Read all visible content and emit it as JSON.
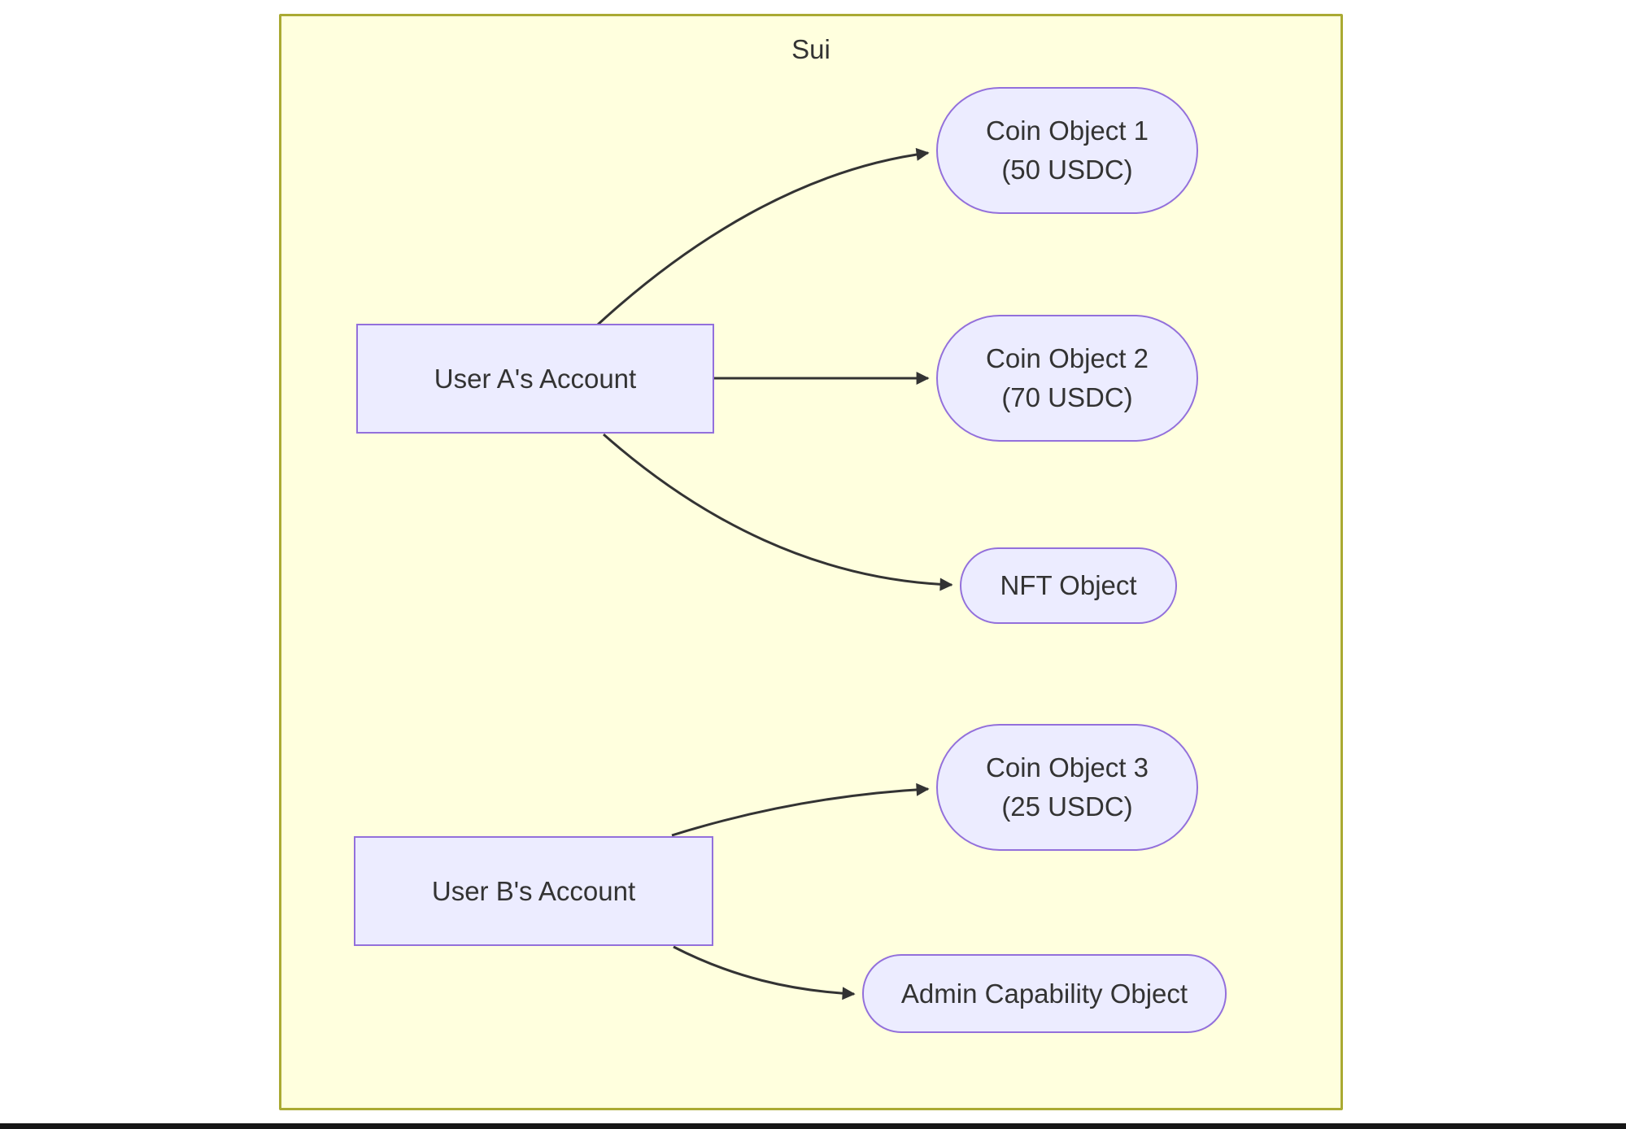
{
  "diagram": {
    "type": "flowchart",
    "cluster": {
      "label": "Sui"
    },
    "nodes": {
      "user_a": {
        "label": "User A's Account",
        "shape": "rectangle"
      },
      "user_b": {
        "label": "User B's Account",
        "shape": "rectangle"
      },
      "coin1": {
        "line1": "Coin Object 1",
        "line2": "(50 USDC)",
        "shape": "stadium"
      },
      "coin2": {
        "line1": "Coin Object 2",
        "line2": "(70 USDC)",
        "shape": "stadium"
      },
      "nft": {
        "label": "NFT Object",
        "shape": "stadium"
      },
      "coin3": {
        "line1": "Coin Object 3",
        "line2": "(25 USDC)",
        "shape": "stadium"
      },
      "admin": {
        "label": "Admin Capability Object",
        "shape": "stadium"
      }
    },
    "edges": [
      {
        "from": "User A's Account",
        "to": "Coin Object 1 (50 USDC)"
      },
      {
        "from": "User A's Account",
        "to": "Coin Object 2 (70 USDC)"
      },
      {
        "from": "User A's Account",
        "to": "NFT Object"
      },
      {
        "from": "User B's Account",
        "to": "Coin Object 3 (25 USDC)"
      },
      {
        "from": "User B's Account",
        "to": "Admin Capability Object"
      }
    ],
    "colors": {
      "cluster_fill": "#ffffde",
      "cluster_border": "#aaaa33",
      "node_fill": "#ececff",
      "node_border": "#9370db",
      "edge": "#333333",
      "text": "#333333"
    }
  }
}
